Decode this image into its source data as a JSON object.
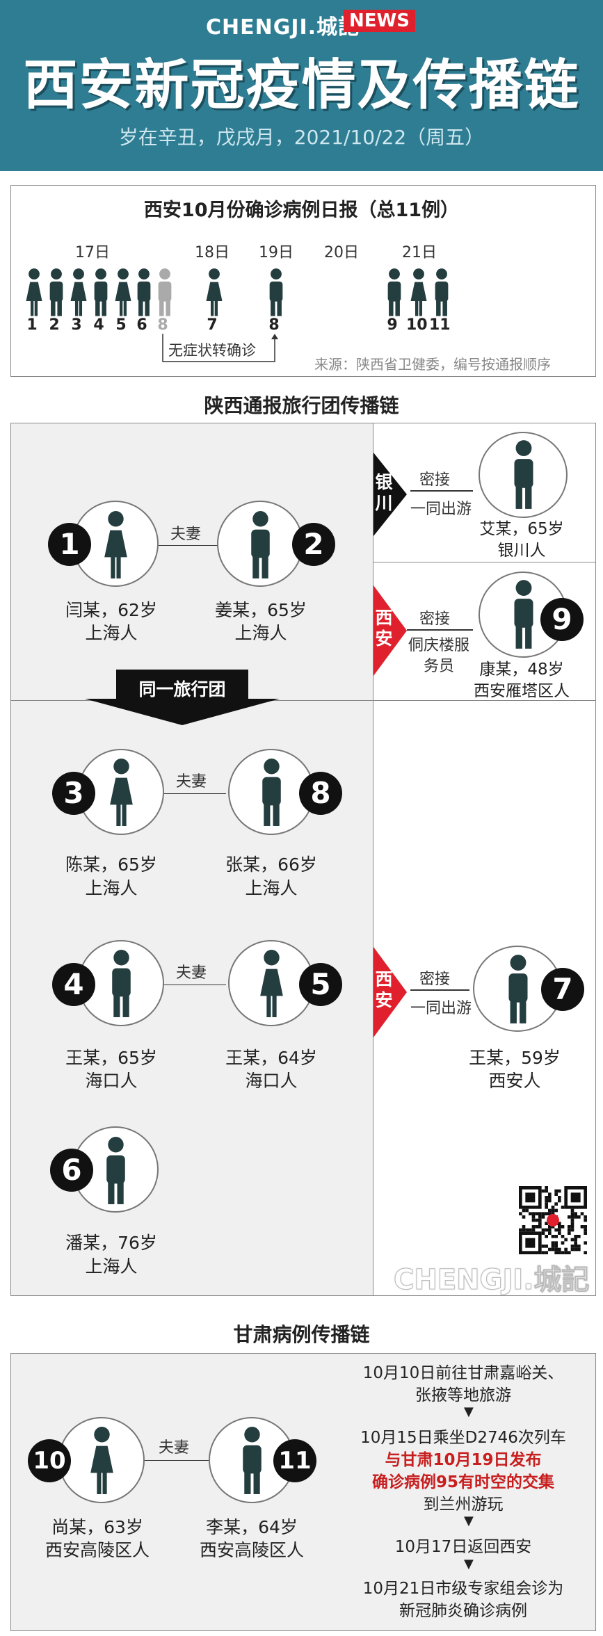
{
  "header": {
    "brand": "CHENGJI.城記",
    "news": "NEWS",
    "title": "西安新冠疫情及传播链",
    "date": "岁在辛丑，戊戌月，2021/10/22（周五）"
  },
  "daily": {
    "title": "西安10月份确诊病例日报（总11例）",
    "days": [
      "17日",
      "18日",
      "19日",
      "20日",
      "21日"
    ],
    "nums": [
      "1",
      "2",
      "3",
      "4",
      "5",
      "6",
      "8",
      "7",
      "8",
      "9",
      "10",
      "11"
    ],
    "asym_label": "无症状转确诊",
    "source": "来源：陕西省卫健委，编号按通报顺序"
  },
  "chain1": {
    "title": "陕西通报旅行团传播链",
    "couple_label": "夫妻",
    "group_label": "同一旅行团",
    "yinchuan_tag": "银川",
    "xian_tag": "西安",
    "close_contact": "密接",
    "travel_together": "一同出游",
    "housing_staff": "侗庆楼服务员",
    "persons": {
      "p1": {
        "n": "1",
        "name": "闫某，62岁",
        "city": "上海人"
      },
      "p2": {
        "n": "2",
        "name": "姜某，65岁",
        "city": "上海人"
      },
      "ai": {
        "name": "艾某，65岁",
        "city": "银川人"
      },
      "p9": {
        "n": "9",
        "name": "康某，48岁",
        "city": "西安雁塔区人"
      },
      "p3": {
        "n": "3",
        "name": "陈某，65岁",
        "city": "上海人"
      },
      "p8": {
        "n": "8",
        "name": "张某，66岁",
        "city": "上海人"
      },
      "p4": {
        "n": "4",
        "name": "王某，65岁",
        "city": "海口人"
      },
      "p5": {
        "n": "5",
        "name": "王某，64岁",
        "city": "海口人"
      },
      "p7": {
        "n": "7",
        "name": "王某，59岁",
        "city": "西安人"
      },
      "p6": {
        "n": "6",
        "name": "潘某，76岁",
        "city": "上海人"
      }
    },
    "watermark": "CHENGJI.城記"
  },
  "chain2": {
    "title": "甘肃病例传播链",
    "couple_label": "夫妻",
    "p10": {
      "n": "10",
      "name": "尚某，63岁",
      "city": "西安高陵区人"
    },
    "p11": {
      "n": "11",
      "name": "李某，64岁",
      "city": "西安高陵区人"
    },
    "steps": {
      "s1a": "10月10日前往甘肃嘉峪关、",
      "s1b": "张掖等地旅游",
      "s2a": "10月15日乘坐D2746次列车",
      "s2b": "与甘肃10月19日发布",
      "s2c": "确诊病例95有时空的交集",
      "s2d": "到兰州游玩",
      "s3": "10月17日返回西安",
      "s4a": "10月21日市级专家组会诊为",
      "s4b": "新冠肺炎确诊病例"
    }
  },
  "colors": {
    "header": "#2e7d93",
    "red": "#e0212d",
    "figure": "#243d3f",
    "panel": "#f0f0f0"
  }
}
